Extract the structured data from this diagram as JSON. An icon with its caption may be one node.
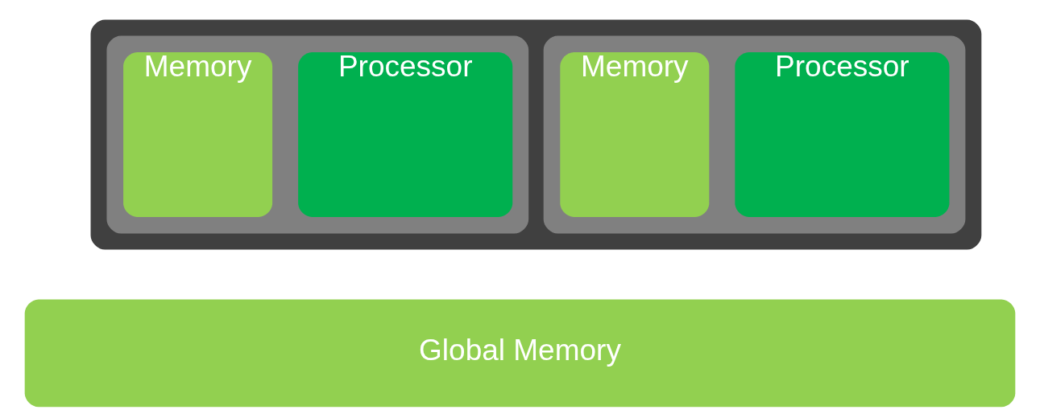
{
  "diagram": {
    "nodes": [
      {
        "text": [],
        "shape": "box"
      },
      {
        "text": [],
        "shape": "box",
        "in": 0
      },
      {
        "text": [
          "Processor"
        ],
        "in": 1
      },
      {
        "text": [
          "Memory"
        ],
        "in": 1
      },
      {
        "text": [],
        "shape": "box",
        "in": 0
      },
      {
        "text": [
          "Processor"
        ],
        "in": 4
      },
      {
        "text": [
          "Memory"
        ],
        "in": 4
      },
      {
        "text": [
          "Global Memory"
        ]
      }
    ],
    "edges": []
  }
}
